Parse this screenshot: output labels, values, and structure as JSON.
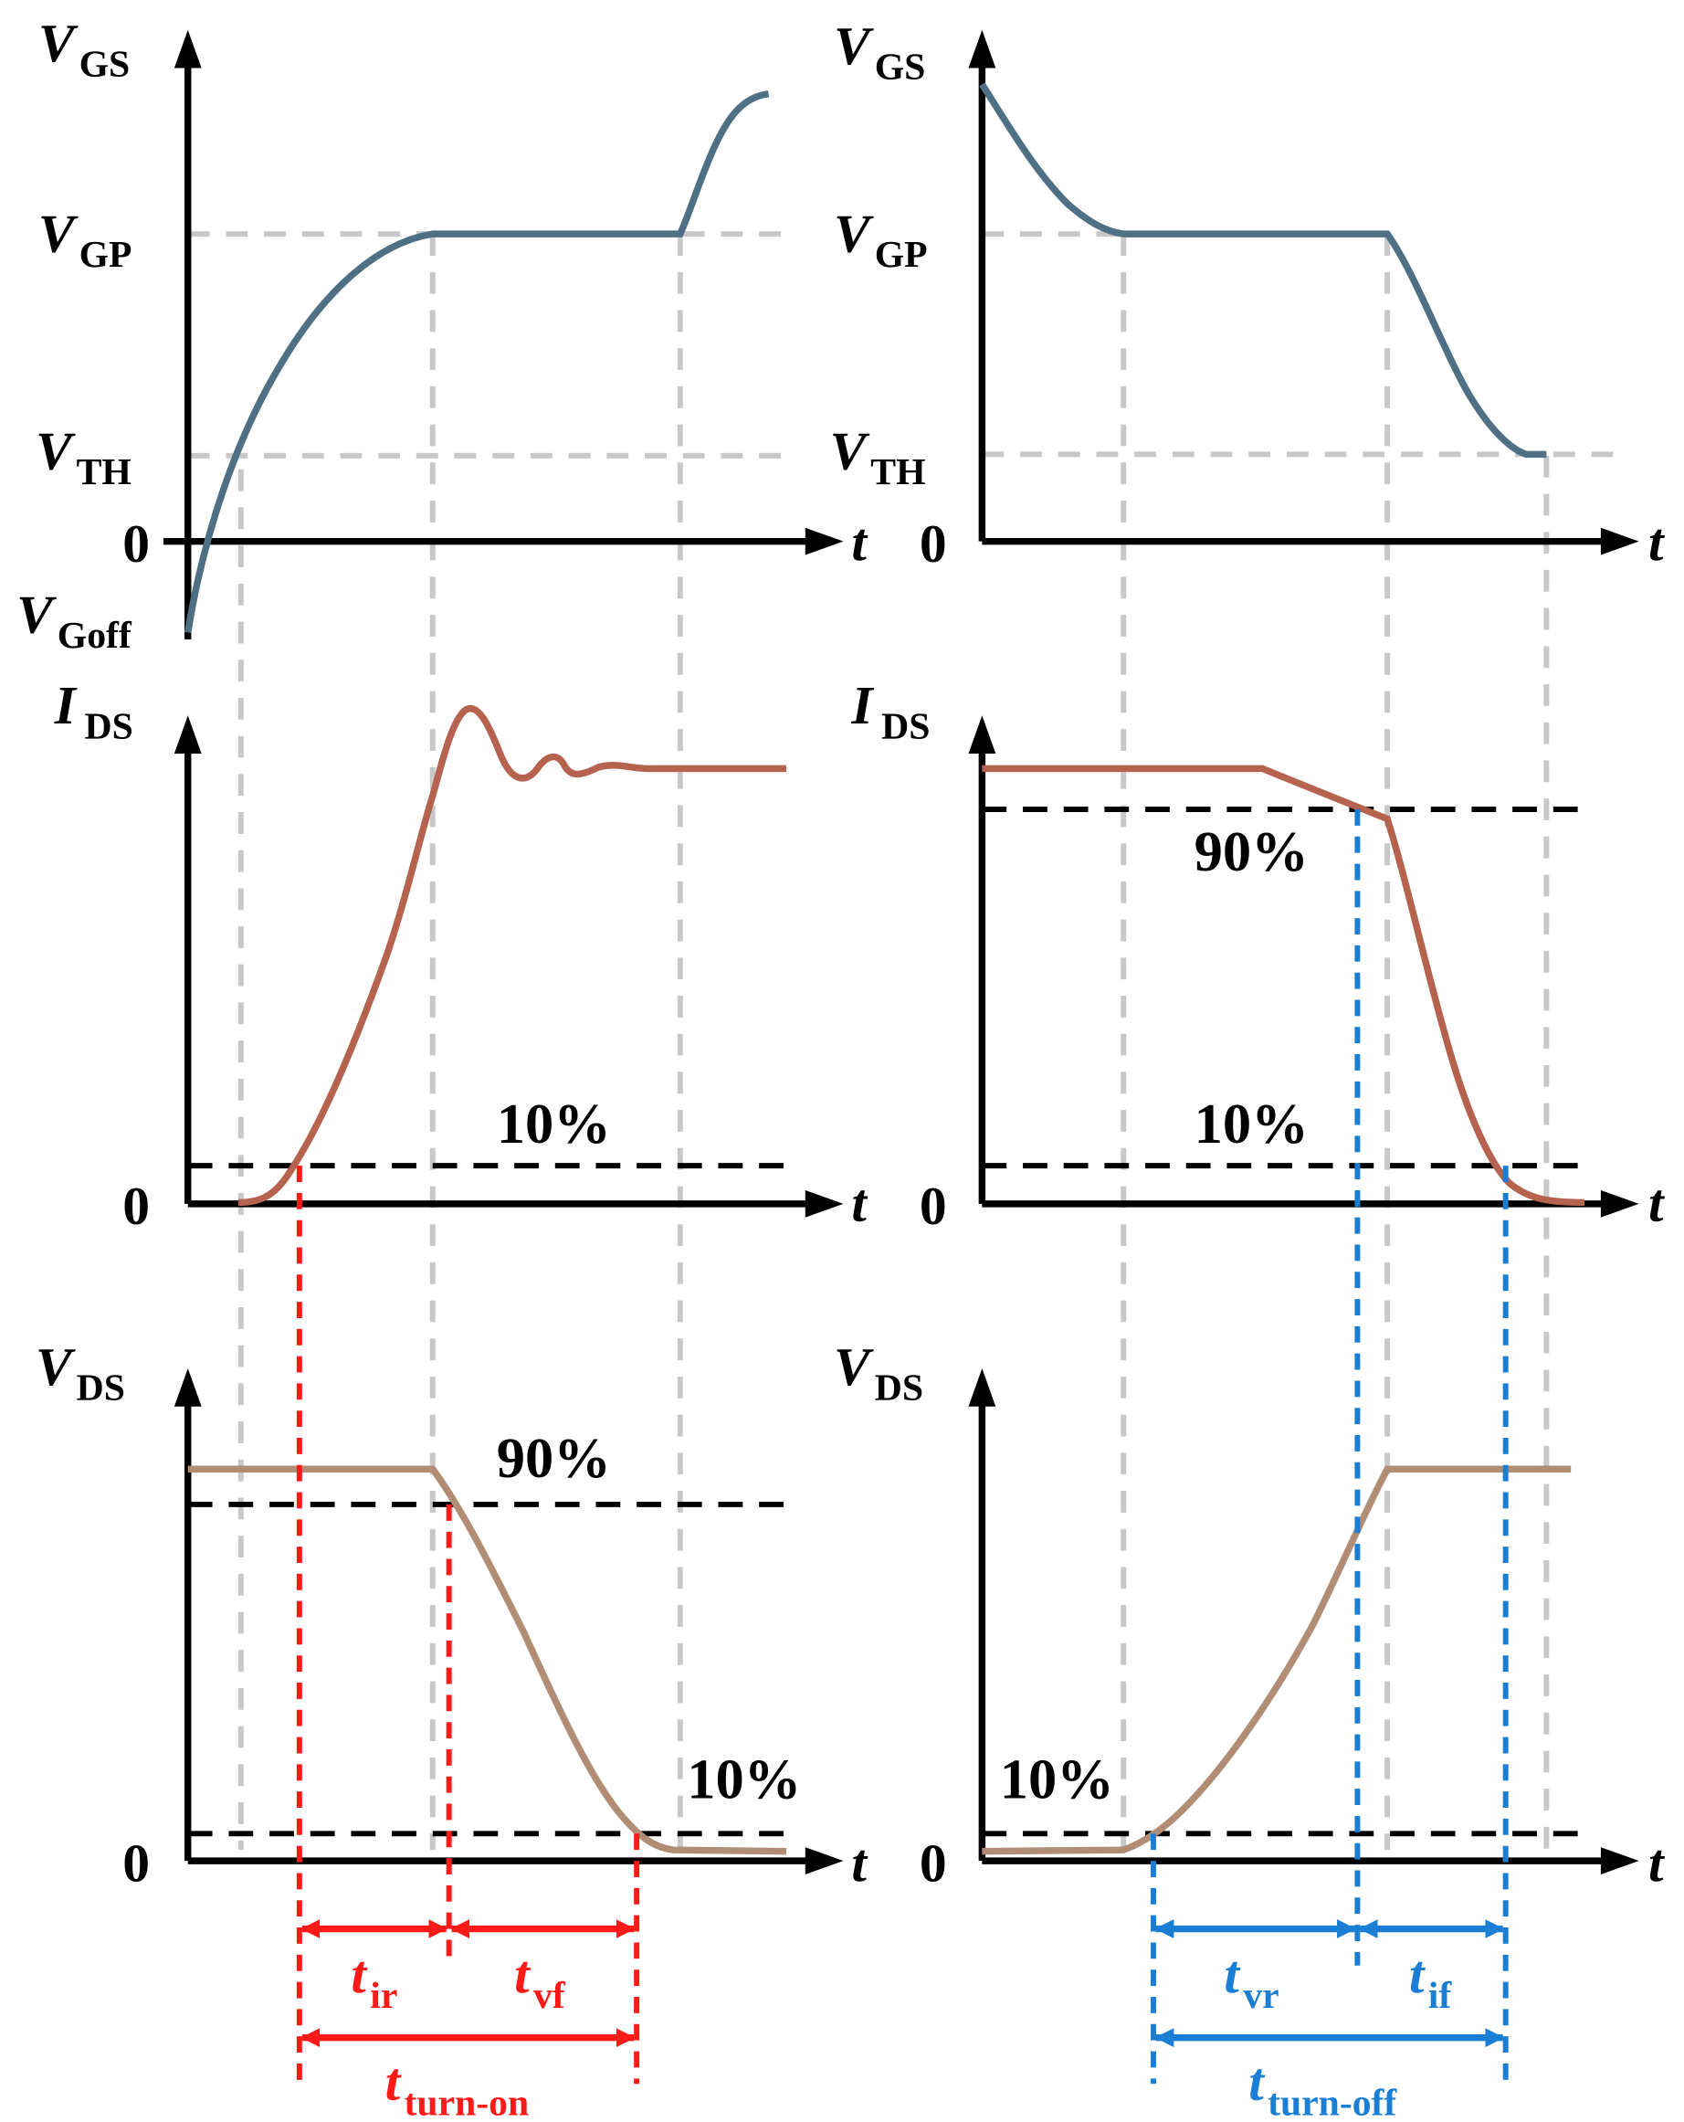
{
  "turn_on": {
    "vgs_axis": {
      "symbol": "V",
      "subscript": "GS"
    },
    "vgp": {
      "symbol": "V",
      "subscript": "GP"
    },
    "vth": {
      "symbol": "V",
      "subscript": "TH"
    },
    "zero": "0",
    "vgoff": {
      "symbol": "V",
      "subscript": "Goff"
    },
    "t_axis": "t",
    "ids_axis": {
      "symbol": "I",
      "subscript": "DS"
    },
    "ids_zero": "0",
    "ids_t": "t",
    "ids_ten": "10%",
    "vds_axis": {
      "symbol": "V",
      "subscript": "DS"
    },
    "vds_zero": "0",
    "vds_t": "t",
    "vds_ninety": "90%",
    "vds_ten": "10%",
    "t_ir": {
      "symbol": "t",
      "subscript": "ir"
    },
    "t_vf": {
      "symbol": "t",
      "subscript": "vf"
    },
    "t_turn_on": {
      "symbol": "t",
      "subscript": "turn-on"
    }
  },
  "turn_off": {
    "vgs_axis": {
      "symbol": "V",
      "subscript": "GS"
    },
    "vgp": {
      "symbol": "V",
      "subscript": "GP"
    },
    "vth": {
      "symbol": "V",
      "subscript": "TH"
    },
    "zero": "0",
    "t_axis": "t",
    "ids_axis": {
      "symbol": "I",
      "subscript": "DS"
    },
    "ids_zero": "0",
    "ids_t": "t",
    "ids_ninety": "90%",
    "ids_ten": "10%",
    "vds_axis": {
      "symbol": "V",
      "subscript": "DS"
    },
    "vds_zero": "0",
    "vds_t": "t",
    "vds_ten": "10%",
    "t_vr": {
      "symbol": "t",
      "subscript": "vr"
    },
    "t_if": {
      "symbol": "t",
      "subscript": "if"
    },
    "t_turn_off": {
      "symbol": "t",
      "subscript": "turn-off"
    }
  },
  "colors": {
    "gate_voltage": "#4f6f84",
    "drain_current": "#b5624e",
    "drain_voltage": "#b08d74",
    "turn_on_marker": "#ff1a1a",
    "turn_off_marker": "#1a7fd4",
    "guide": "#c8c8c8"
  }
}
